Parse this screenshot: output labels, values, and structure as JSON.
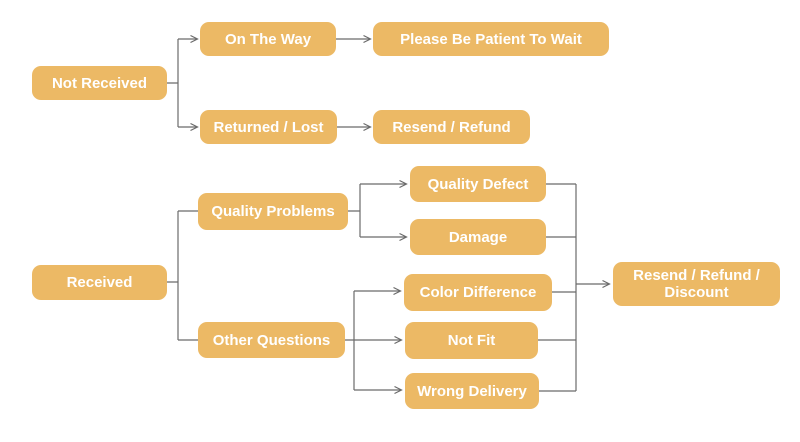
{
  "diagram": {
    "type": "flowchart",
    "description": "After-sale service decision flowchart",
    "theme": {
      "node_fill": "#ECB965",
      "node_text_color": "#FFFFFF",
      "line_color": "#6B6B6B",
      "background": "#FFFFFF"
    },
    "nodes": [
      {
        "id": "not-received",
        "label": "Not Received"
      },
      {
        "id": "on-the-way",
        "label": "On The Way"
      },
      {
        "id": "please-be-patient",
        "label": "Please Be Patient To Wait"
      },
      {
        "id": "returned-lost",
        "label": "Returned / Lost"
      },
      {
        "id": "resend-refund",
        "label": "Resend / Refund"
      },
      {
        "id": "received",
        "label": "Received"
      },
      {
        "id": "quality-problems",
        "label": "Quality Problems"
      },
      {
        "id": "other-questions",
        "label": "Other Questions"
      },
      {
        "id": "quality-defect",
        "label": "Quality Defect"
      },
      {
        "id": "damage",
        "label": "Damage"
      },
      {
        "id": "color-difference",
        "label": "Color Difference"
      },
      {
        "id": "not-fit",
        "label": "Not Fit"
      },
      {
        "id": "wrong-delivery",
        "label": "Wrong Delivery"
      },
      {
        "id": "resend-refund-discount",
        "label": "Resend / Refund / Discount"
      }
    ],
    "edges": [
      {
        "from": "not-received",
        "to": "on-the-way",
        "arrowhead": true
      },
      {
        "from": "not-received",
        "to": "returned-lost",
        "arrowhead": true
      },
      {
        "from": "on-the-way",
        "to": "please-be-patient",
        "arrowhead": true
      },
      {
        "from": "returned-lost",
        "to": "resend-refund",
        "arrowhead": true
      },
      {
        "from": "received",
        "to": "quality-problems",
        "arrowhead": false
      },
      {
        "from": "received",
        "to": "other-questions",
        "arrowhead": false
      },
      {
        "from": "quality-problems",
        "to": "quality-defect",
        "arrowhead": true
      },
      {
        "from": "quality-problems",
        "to": "damage",
        "arrowhead": true
      },
      {
        "from": "other-questions",
        "to": "color-difference",
        "arrowhead": true
      },
      {
        "from": "other-questions",
        "to": "not-fit",
        "arrowhead": true
      },
      {
        "from": "other-questions",
        "to": "wrong-delivery",
        "arrowhead": true
      },
      {
        "from": "quality-defect",
        "to": "resend-refund-discount",
        "arrowhead": true
      },
      {
        "from": "damage",
        "to": "resend-refund-discount",
        "arrowhead": true
      },
      {
        "from": "color-difference",
        "to": "resend-refund-discount",
        "arrowhead": true
      },
      {
        "from": "not-fit",
        "to": "resend-refund-discount",
        "arrowhead": true
      },
      {
        "from": "wrong-delivery",
        "to": "resend-refund-discount",
        "arrowhead": true
      }
    ]
  }
}
